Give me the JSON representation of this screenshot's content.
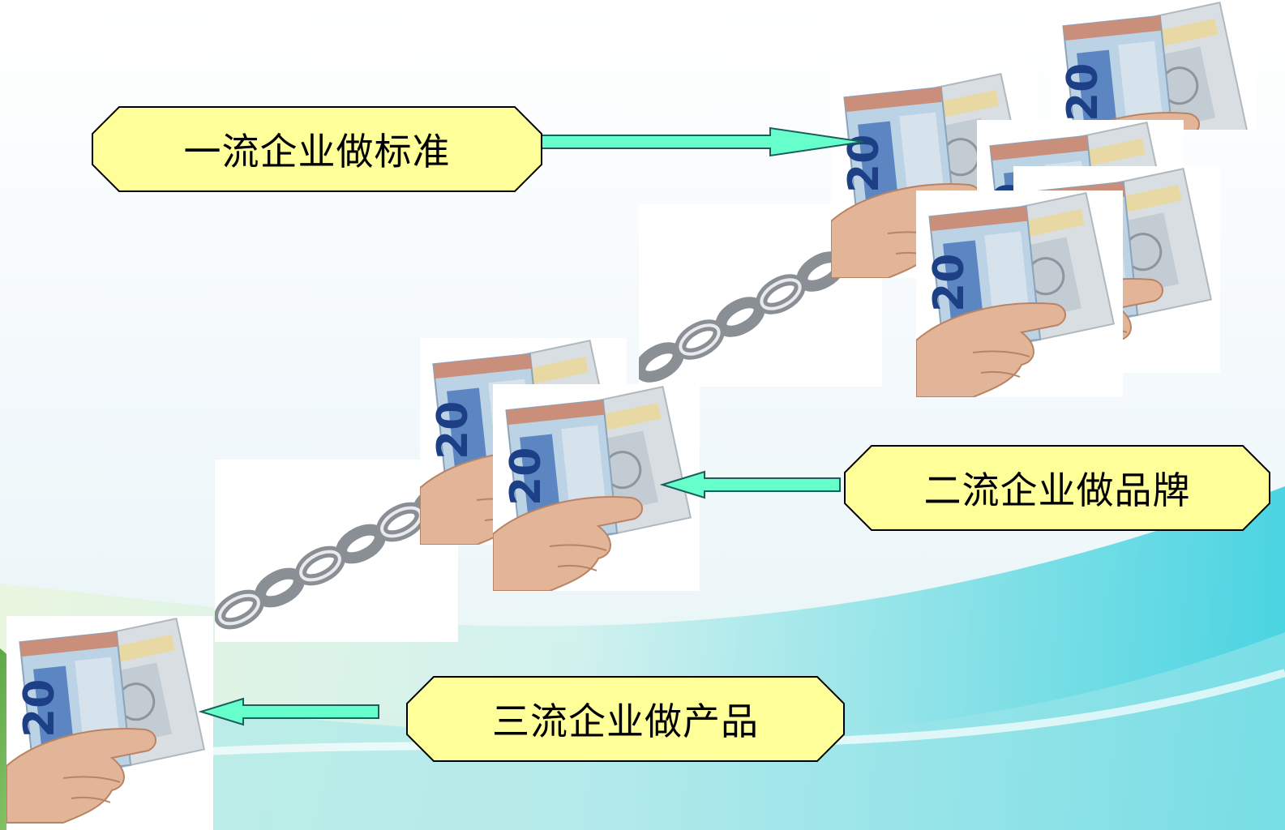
{
  "labels": {
    "first_tier": "一流企业做标准",
    "second_tier": "二流企业做品牌",
    "third_tier": "三流企业做产品"
  },
  "banknote": {
    "denomination": "20"
  },
  "colors": {
    "label_fill": "#ffff99",
    "label_stroke": "#000000",
    "arrow_fill": "#66ffcc",
    "arrow_stroke": "#1a5f5a"
  }
}
